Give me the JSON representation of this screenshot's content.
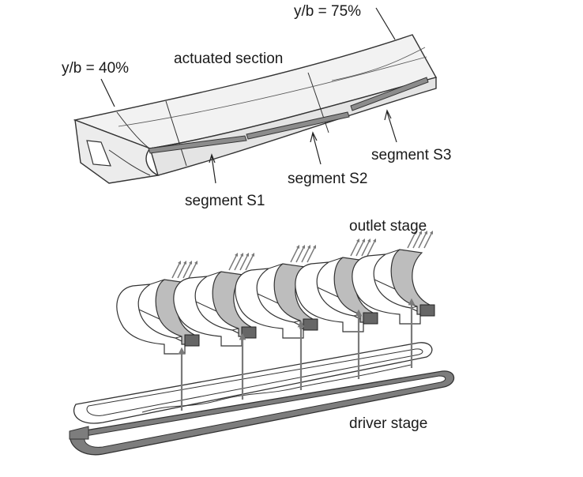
{
  "labels": {
    "y40": "y/b = 40%",
    "y75": "y/b = 75%",
    "actuated": "actuated section",
    "s1": "segment S1",
    "s2": "segment S2",
    "s3": "segment S3",
    "outlet": "outlet stage",
    "driver": "driver stage"
  },
  "colors": {
    "outline": "#333333",
    "wing_fill": "#f2f2f2",
    "slot_fill": "#8c8c8c",
    "actuator_fill": "#bdbdbd",
    "arrow": "#7a7a7a",
    "driver_band": "#7d7d7d"
  }
}
